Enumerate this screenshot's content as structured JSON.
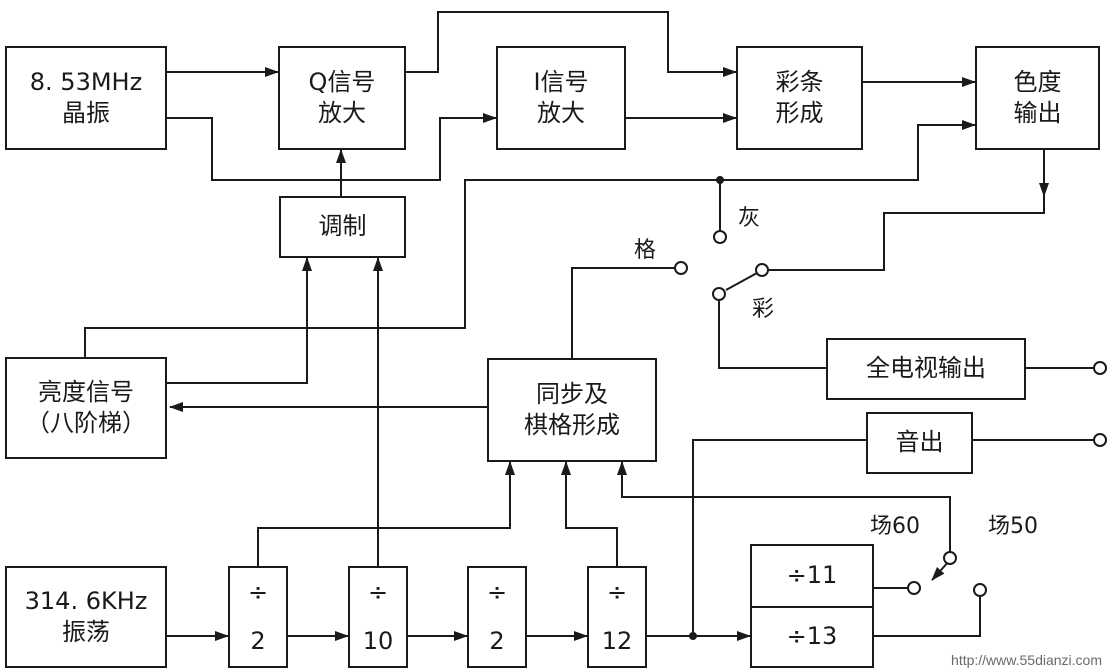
{
  "blocks": {
    "crystal": {
      "line1": "8. 53MHz",
      "line2": "晶振"
    },
    "q_amp": {
      "line1": "Q信号",
      "line2": "放大"
    },
    "i_amp": {
      "line1": "I信号",
      "line2": "放大"
    },
    "color_bar": {
      "line1": "彩条",
      "line2": "形成"
    },
    "chroma_out": {
      "line1": "色度",
      "line2": "输出"
    },
    "modulator": {
      "line1": "调制"
    },
    "luma": {
      "line1": "亮度信号",
      "line2": "（八阶梯）"
    },
    "sync": {
      "line1": "同步及",
      "line2": "棋格形成"
    },
    "tv_out": {
      "line1": "全电视输出"
    },
    "audio_out": {
      "line1": "音出"
    },
    "oscillator": {
      "line1": "314. 6KHz",
      "line2": "振荡"
    },
    "div2a": {
      "sym": "÷",
      "num": "2"
    },
    "div10": {
      "sym": "÷",
      "num": "10"
    },
    "div2b": {
      "sym": "÷",
      "num": "2"
    },
    "div12": {
      "sym": "÷",
      "num": "12"
    },
    "div11": {
      "text": "÷11"
    },
    "div13": {
      "text": "÷13"
    }
  },
  "labels": {
    "gray": "灰",
    "grid": "格",
    "color": "彩",
    "field60": "场60",
    "field50": "场50"
  },
  "watermark": "http://www.55dianzi.com"
}
